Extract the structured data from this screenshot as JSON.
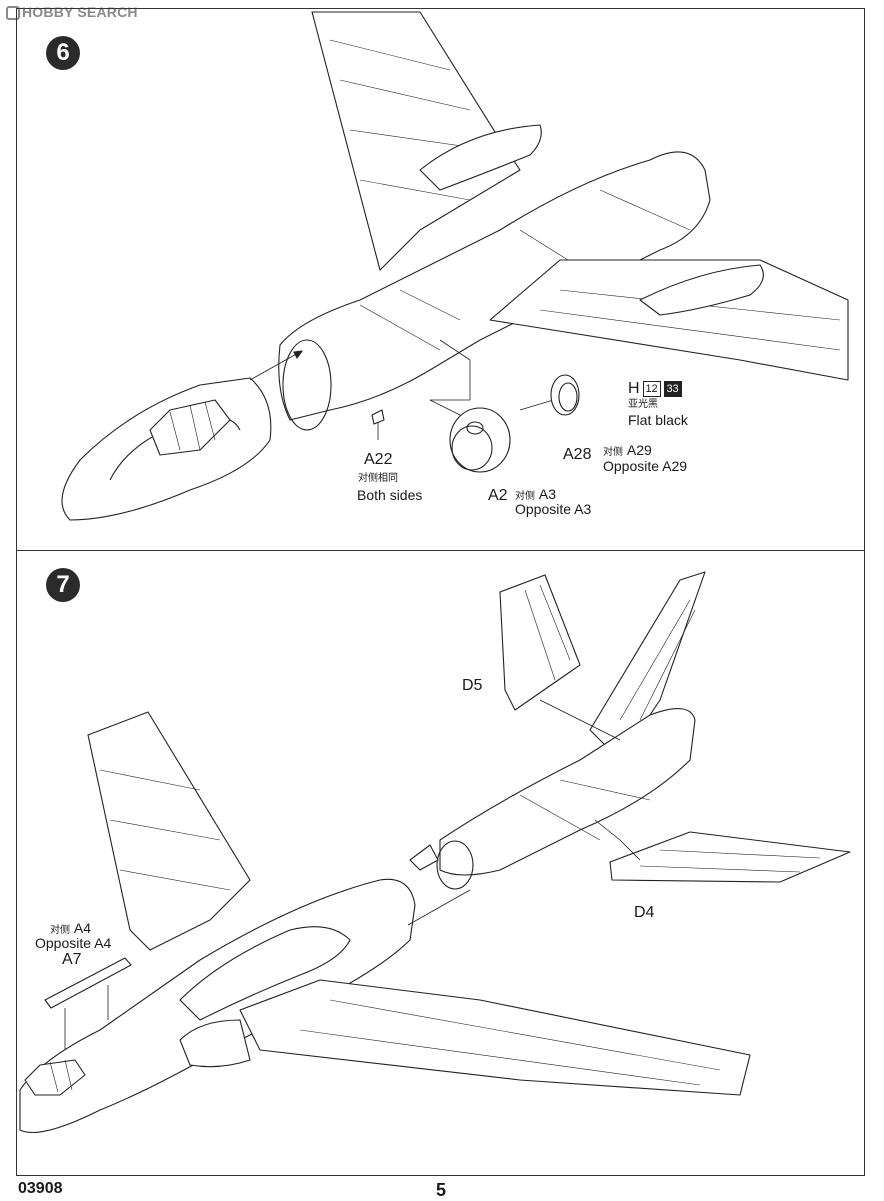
{
  "watermark": "HOBBY SEARCH",
  "step6": {
    "number": "6",
    "labels": {
      "a22": "A22",
      "a22_cn": "对侧相同",
      "a22_en": "Both sides",
      "a2": "A2",
      "a3_cn": "对侧",
      "a3": "A3",
      "a3_en": "Opposite A3",
      "a28": "A28",
      "a29_cn": "对侧",
      "a29": "A29",
      "a29_en": "Opposite A29",
      "paint_letter": "H",
      "paint_code1": "12",
      "paint_code2": "33",
      "paint_cn": "亚光黑",
      "paint_en": "Flat black"
    }
  },
  "step7": {
    "number": "7",
    "labels": {
      "d5": "D5",
      "d4": "D4",
      "a4_cn": "对侧",
      "a4": "A4",
      "a4_en": "Opposite A4",
      "a7": "A7"
    }
  },
  "footer": {
    "product_code": "03908",
    "page_number": "5"
  }
}
